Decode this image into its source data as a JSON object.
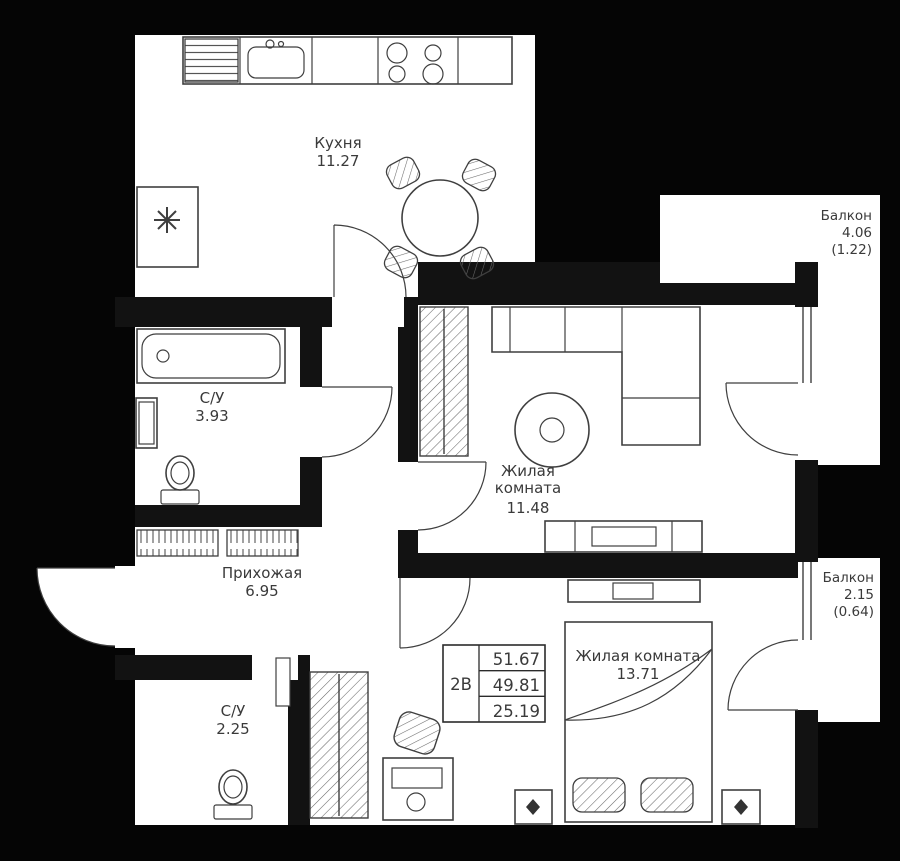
{
  "plan": {
    "rooms": {
      "kitchen": {
        "name": "Кухня",
        "area": "11.27"
      },
      "bathroom1": {
        "name": "С/У",
        "area": "3.93"
      },
      "hallway": {
        "name": "Прихожая",
        "area": "6.95"
      },
      "living1": {
        "name_line1": "Жилая",
        "name_line2": "комната",
        "area": "11.48"
      },
      "living2": {
        "name": "Жилая комната",
        "area": "13.71"
      },
      "bathroom2": {
        "name": "С/У",
        "area": "2.25"
      },
      "balcony1": {
        "name": "Балкон",
        "area": "4.06",
        "area_reduced": "(1.22)"
      },
      "balcony2": {
        "name": "Балкон",
        "area": "2.15",
        "area_reduced": "(0.64)"
      }
    },
    "info_table": {
      "type": "2В",
      "area_total": "51.67",
      "area_main": "49.81",
      "area_living": "25.19"
    },
    "colors": {
      "background": "#050505",
      "wall": "#121212",
      "floor": "#ffffff",
      "line": "#3f3f3f",
      "text": "#3a3a3a"
    }
  }
}
